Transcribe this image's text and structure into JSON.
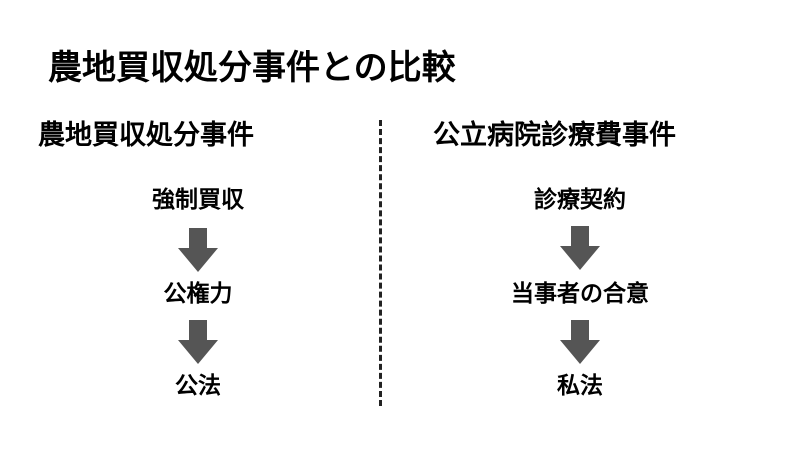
{
  "title": "農地買収処分事件との比較",
  "left_column": {
    "heading": "農地買収処分事件",
    "steps": [
      "強制買収",
      "公権力",
      "公法"
    ]
  },
  "right_column": {
    "heading": "公立病院診療費事件",
    "steps": [
      "診療契約",
      "当事者の合意",
      "私法"
    ]
  },
  "colors": {
    "text": "#000000",
    "arrow": "#555555",
    "divider": "#222222",
    "background": "#ffffff"
  },
  "icons": {
    "flow_arrow": "down-arrow-icon"
  }
}
